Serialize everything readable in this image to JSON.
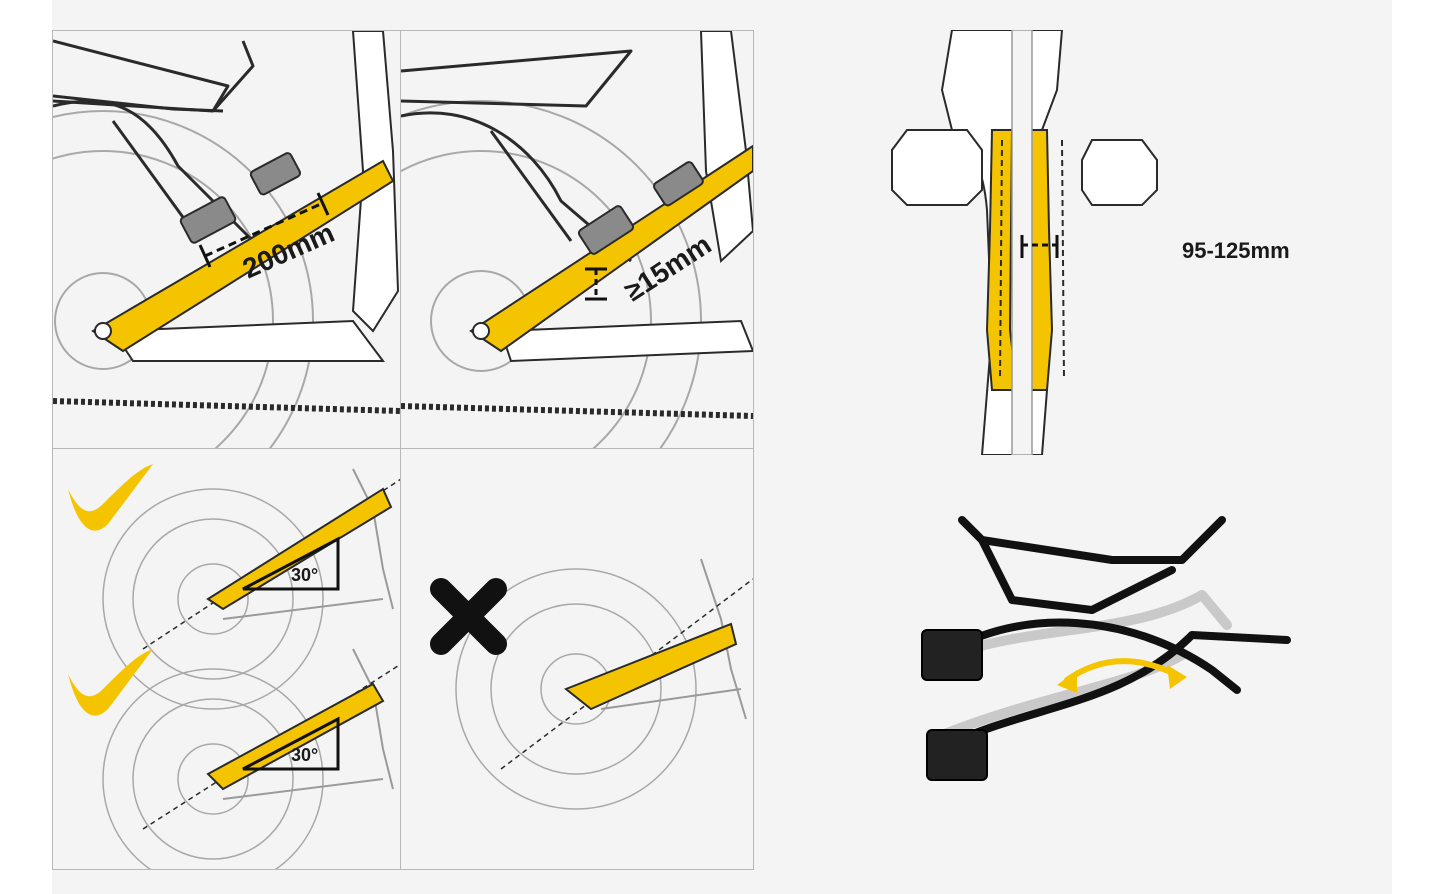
{
  "diagram": {
    "colors": {
      "accent": "#f5c400",
      "line": "#2a2a2a",
      "light_line": "#9a9a9a",
      "background": "#f4f4f4"
    },
    "labels": {
      "chainstay_length": "200mm",
      "chainstay_height": "≥15mm",
      "seatstay_width": "95-125mm",
      "angle_top": "30°",
      "angle_bottom": "30°"
    },
    "icons": {
      "good_top": "checkmark-icon",
      "good_bottom": "checkmark-icon",
      "bad": "cross-icon"
    }
  }
}
